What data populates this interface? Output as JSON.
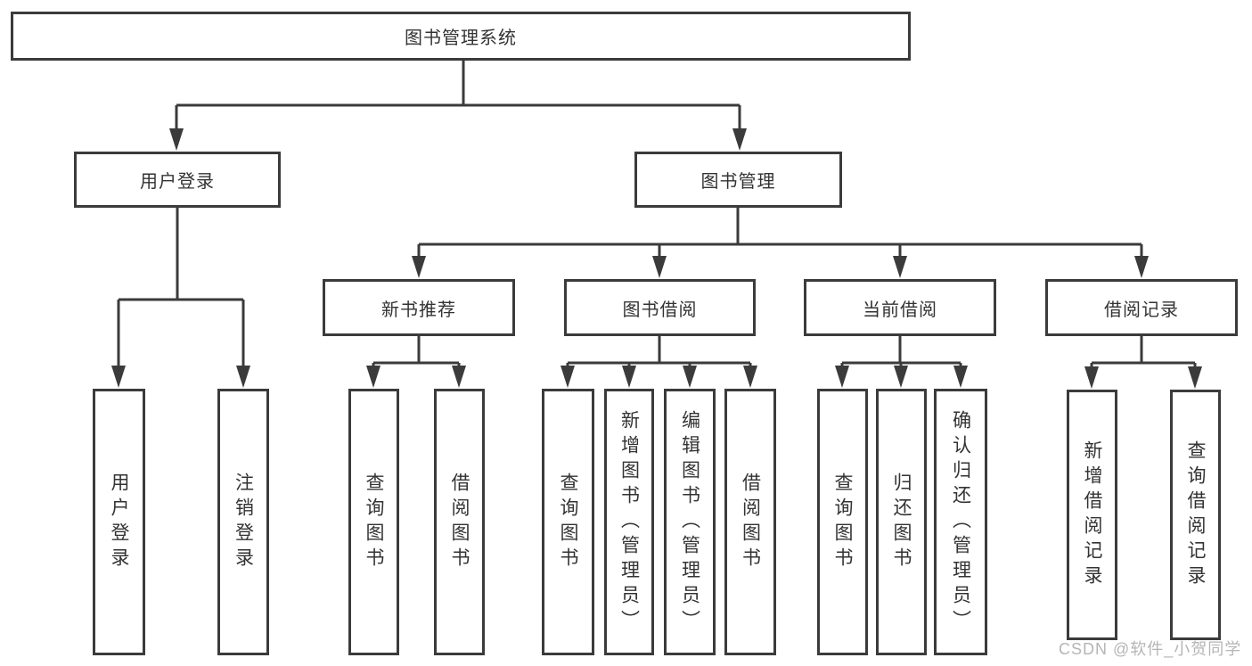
{
  "title": "图书管理系统",
  "colors": {
    "line": "#3b3b3b",
    "text": "#333333",
    "box_fill": "#ffffff",
    "background": "#ffffff",
    "watermark": "#b5b5b5"
  },
  "watermark": {
    "text": "CSDN @软件_小贺同学"
  },
  "tree": {
    "label": "图书管理系统",
    "children": [
      {
        "label": "用户登录",
        "children": [
          {
            "label": "用户登录"
          },
          {
            "label": "注销登录"
          }
        ]
      },
      {
        "label": "图书管理",
        "children": [
          {
            "label": "新书推荐",
            "children": [
              {
                "label": "查询图书"
              },
              {
                "label": "借阅图书"
              }
            ]
          },
          {
            "label": "图书借阅",
            "children": [
              {
                "label": "查询图书"
              },
              {
                "label": "新增图书（管理员）"
              },
              {
                "label": "编辑图书（管理员）"
              },
              {
                "label": "借阅图书"
              }
            ]
          },
          {
            "label": "当前借阅",
            "children": [
              {
                "label": "查询图书"
              },
              {
                "label": "归还图书"
              },
              {
                "label": "确认归还（管理员）"
              }
            ]
          },
          {
            "label": "借阅记录",
            "children": [
              {
                "label": "新增借阅记录"
              },
              {
                "label": "查询借阅记录"
              }
            ]
          }
        ]
      }
    ]
  }
}
